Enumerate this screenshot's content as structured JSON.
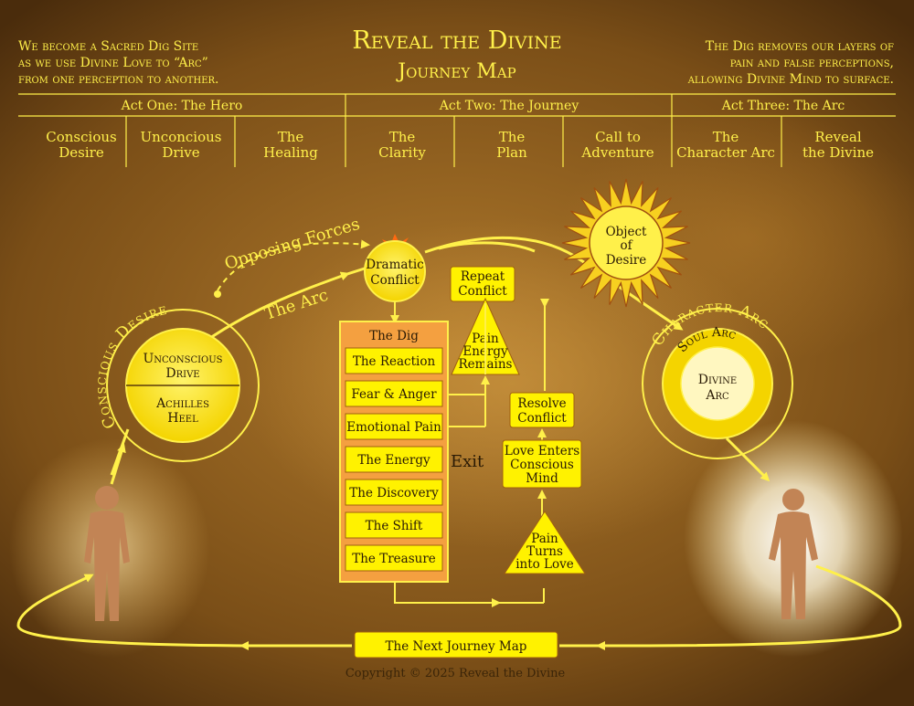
{
  "header": {
    "title": "Reveal the Divine",
    "subtitle": "Journey Map",
    "left_lines": [
      "We become a Sacred Dig Site",
      "as we use Divine Love to “Arc”",
      "from one perception to another."
    ],
    "right_lines": [
      "The Dig removes our layers of",
      "pain and false perceptions,",
      "allowing Divine Mind to surface."
    ]
  },
  "acts": [
    {
      "label": "Act One: The Hero"
    },
    {
      "label": "Act Two: The Journey"
    },
    {
      "label": "Act Three: The Arc"
    }
  ],
  "stages": [
    [
      "Conscious",
      "Desire"
    ],
    [
      "Unconcious",
      "Drive"
    ],
    [
      "The",
      "Healing"
    ],
    [
      "The",
      "Clarity"
    ],
    [
      "The",
      "Plan"
    ],
    [
      "Call to",
      "Adventure"
    ],
    [
      "The",
      "Character Arc"
    ],
    [
      "Reveal",
      "the Divine"
    ]
  ],
  "left_circle": {
    "ring_label": "Conscious Desire",
    "top_lines": [
      "Unconscious",
      "Drive"
    ],
    "bottom_lines": [
      "Achilles",
      "Heel"
    ]
  },
  "right_circle": {
    "ring_label": "Character Arc",
    "inner_ring_label": "Soul Arc",
    "center_lines": [
      "Divine",
      "Arc"
    ]
  },
  "sun_lines": [
    "Object",
    "of",
    "Desire"
  ],
  "labels": {
    "opposing_forces": "Opposing Forces",
    "the_arc": "The Arc",
    "exit": "Exit",
    "next_journey": "The Next Journey Map",
    "copyright": "Copyright © 2025 Reveal the Divine"
  },
  "conflict_circle_lines": [
    "Dramatic",
    "Conflict"
  ],
  "repeat_conflict_lines": [
    "Repeat",
    "Conflict"
  ],
  "pain_energy_lines": [
    "Pain",
    "Energy",
    "Remains"
  ],
  "resolve_lines": [
    "Resolve",
    "Conflict"
  ],
  "love_enters_lines": [
    "Love Enters",
    "Conscious",
    "Mind"
  ],
  "pain_turns_lines": [
    "Pain",
    "Turns",
    "into Love"
  ],
  "dig": {
    "title": "The Dig",
    "items": [
      "The Reaction",
      "Fear & Anger",
      "Emotional Pain",
      "The Energy",
      "The Discovery",
      "The Shift",
      "The Treasure"
    ]
  },
  "colors": {
    "accent": "#fff04a",
    "box_fill": "#fff200",
    "dig_fill": "#f6a03a"
  }
}
